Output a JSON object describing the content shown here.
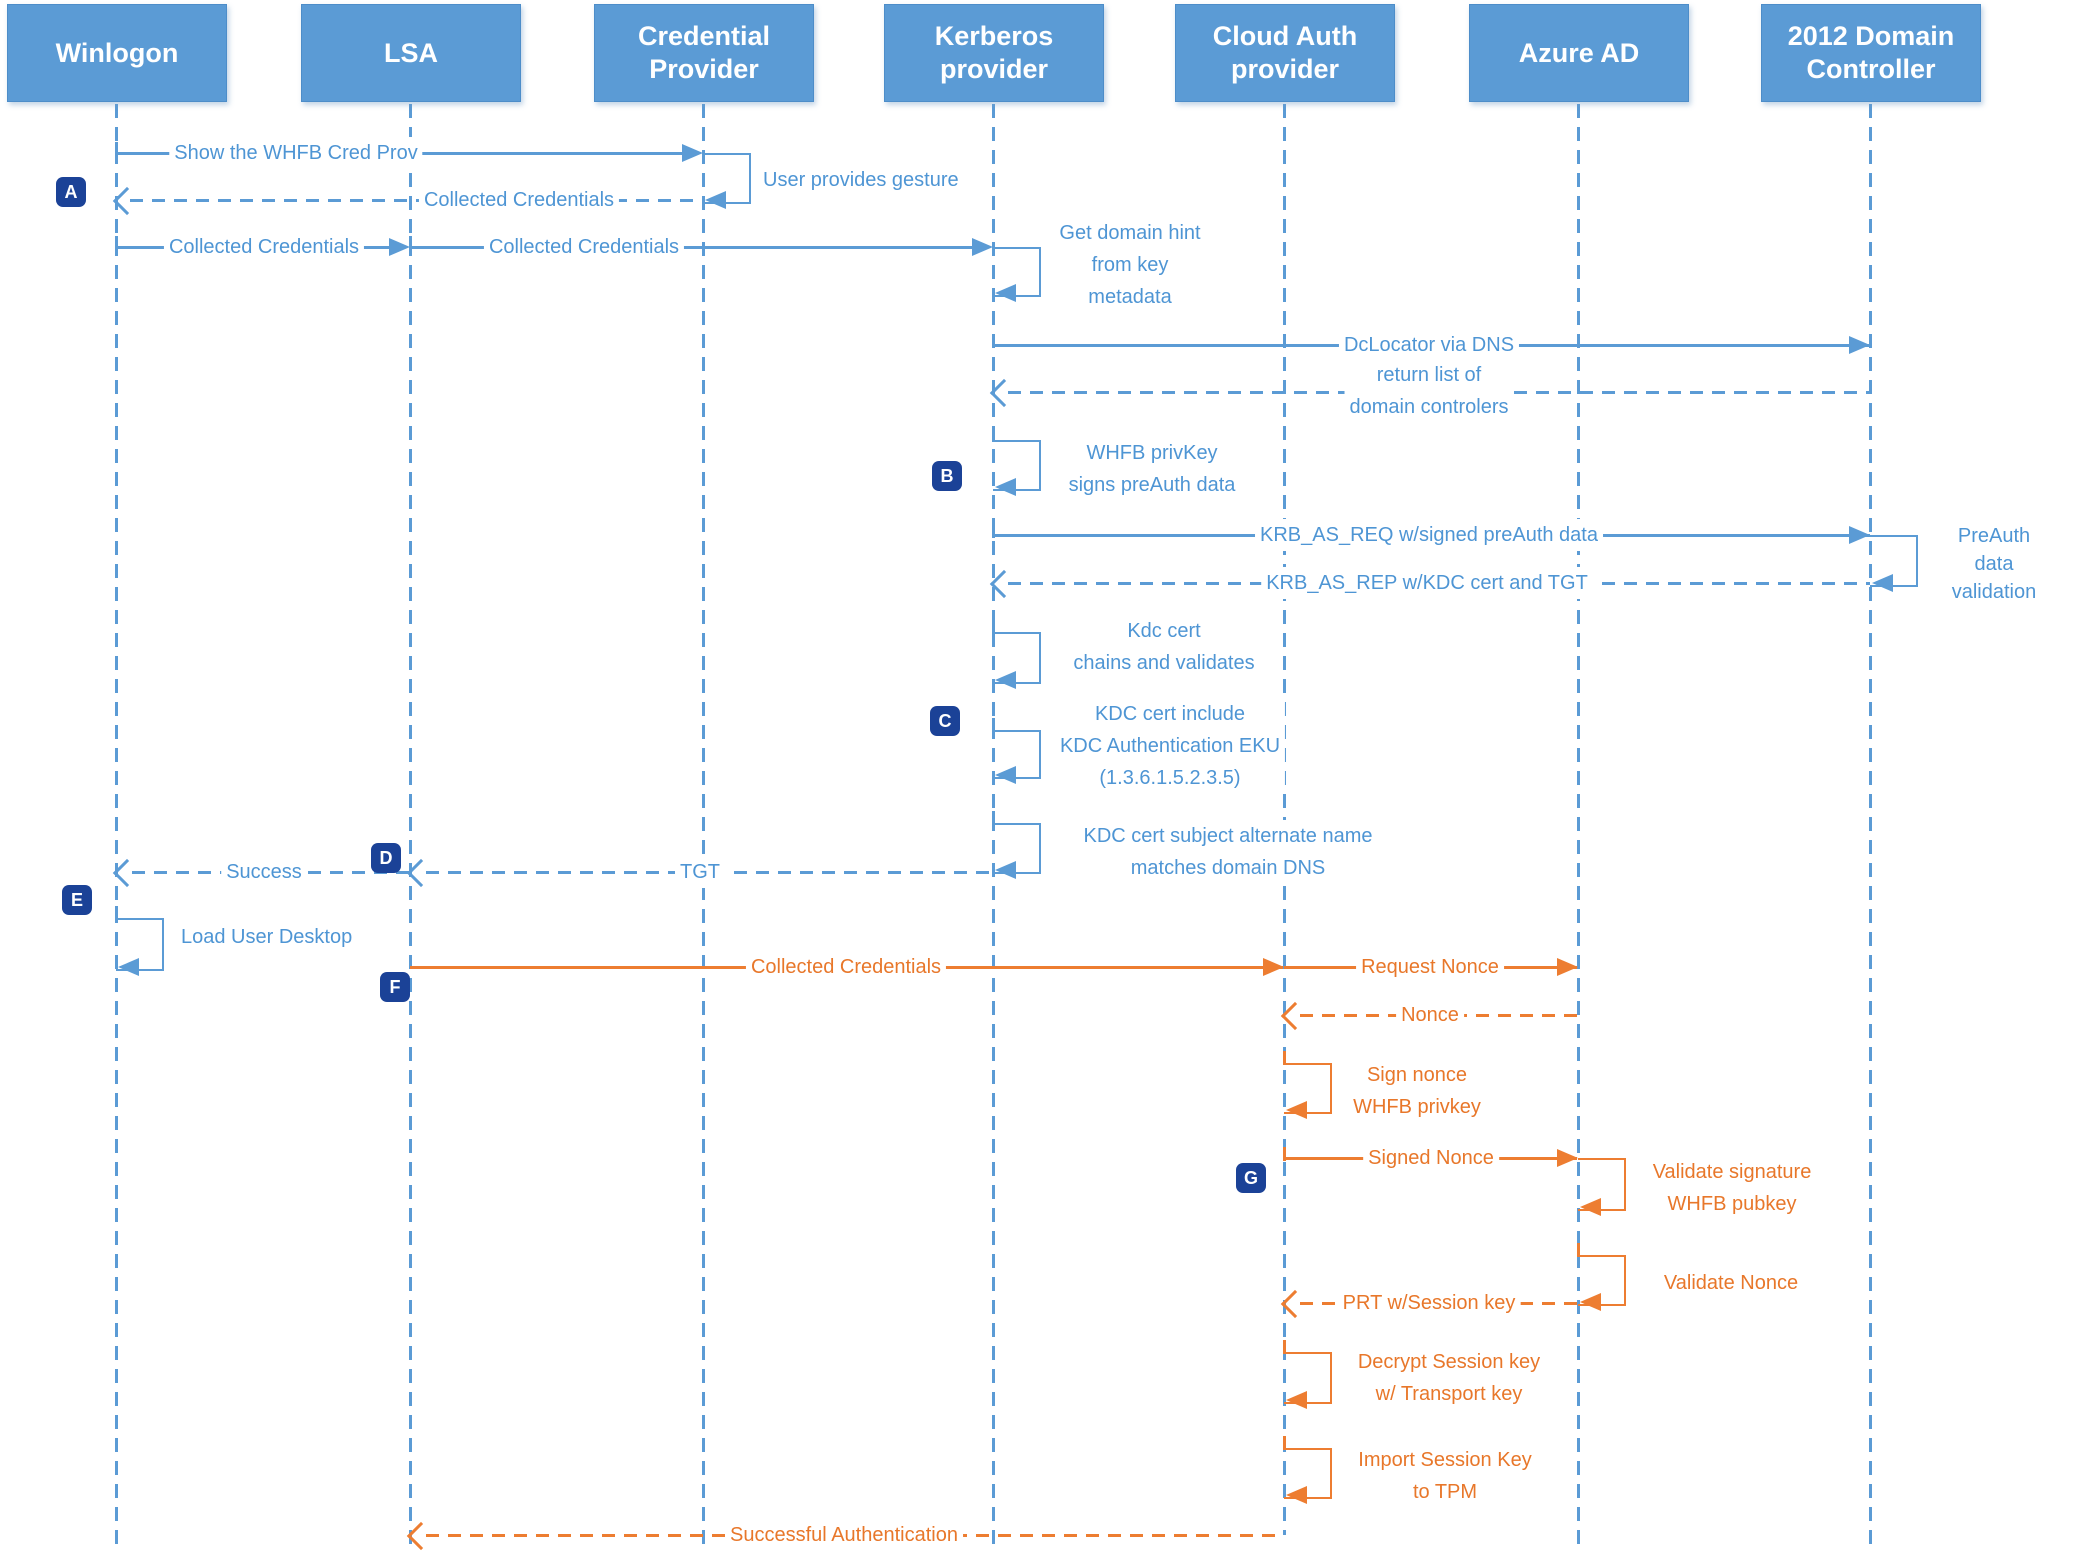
{
  "actors": [
    {
      "label": "Winlogon"
    },
    {
      "label": "LSA"
    },
    {
      "label": "Credential Provider"
    },
    {
      "label": "Kerberos provider"
    },
    {
      "label": "Cloud Auth provider"
    },
    {
      "label": "Azure AD"
    },
    {
      "label": "2012 Domain Controller"
    }
  ],
  "steps": {
    "a": "A",
    "b": "B",
    "c": "C",
    "d": "D",
    "e": "E",
    "f": "F",
    "g": "G"
  },
  "messages": {
    "show_whfb_cred_prov": "Show the WHFB Cred Prov",
    "user_provides_gesture": "User provides gesture",
    "collected_credentials_return": "Collected Credentials",
    "collected_credentials_to_lsa": "Collected Credentials",
    "collected_credentials_to_kerberos": "Collected Credentials",
    "get_domain_hint": "Get domain hint\nfrom key\nmetadata",
    "dclocator": "DcLocator via DNS",
    "return_list": "return list of\ndomain controlers",
    "whfb_privkey_signs": "WHFB privKey\nsigns preAuth data",
    "krb_as_req": "KRB_AS_REQ w/signed preAuth data",
    "preauth_validation": "PreAuth data\nvalidation",
    "krb_as_rep": "KRB_AS_REP w/KDC cert and TGT",
    "kdc_cert_chains": "Kdc cert\nchains and validates",
    "kdc_cert_eku": "KDC cert include\nKDC Authentication EKU\n(1.3.6.1.5.2.3.5)",
    "kdc_cert_san": "KDC cert subject alternate name\nmatches domain DNS",
    "tgt": "TGT",
    "success": "Success",
    "load_user_desktop": "Load User Desktop",
    "collected_credentials_orange": "Collected Credentials",
    "request_nonce": "Request Nonce",
    "nonce": "Nonce",
    "sign_nonce": "Sign nonce\nWHFB privkey",
    "signed_nonce": "Signed Nonce",
    "validate_signature": "Validate signature\nWHFB pubkey",
    "validate_nonce": "Validate Nonce",
    "prt_session_key": "PRT w/Session key",
    "decrypt_session_key": "Decrypt Session key\nw/ Transport key",
    "import_session_key": "Import Session Key\nto TPM",
    "successful_authentication": "Successful Authentication"
  },
  "colors": {
    "primary_blue": "#5B9BD5",
    "message_blue": "#4E95D4",
    "accent_orange": "#ED7D31",
    "badge_navy": "#1B4297"
  }
}
